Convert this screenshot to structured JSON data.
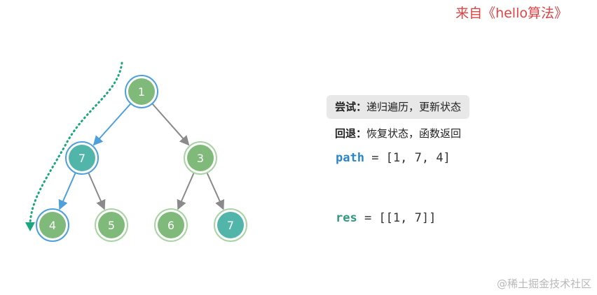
{
  "brand": "来自《hello算法》",
  "watermark": "@稀土掘金技术社区",
  "steps": [
    {
      "key": "尝试",
      "sep": "：",
      "text": "递归遍历，更新状态",
      "active": true
    },
    {
      "key": "回退",
      "sep": "：",
      "text": "恢复状态，函数返回",
      "active": false
    }
  ],
  "path_line": {
    "name": "path",
    "op": " = ",
    "value": "[1, 7, 4]"
  },
  "res_line": {
    "name": "res",
    "op": " = ",
    "value": "[[1, 7]]"
  },
  "tree": {
    "nodes": [
      {
        "id": "root",
        "label": "1",
        "state": "visited"
      },
      {
        "id": "l",
        "label": "7",
        "state": "visited-match"
      },
      {
        "id": "r",
        "label": "3",
        "state": "normal"
      },
      {
        "id": "ll",
        "label": "4",
        "state": "visited"
      },
      {
        "id": "lr",
        "label": "5",
        "state": "normal"
      },
      {
        "id": "rl",
        "label": "6",
        "state": "normal"
      },
      {
        "id": "rr",
        "label": "7",
        "state": "match"
      }
    ],
    "edges": [
      {
        "from": "root",
        "to": "l",
        "state": "visited"
      },
      {
        "from": "root",
        "to": "r",
        "state": "normal"
      },
      {
        "from": "l",
        "to": "ll",
        "state": "visited"
      },
      {
        "from": "l",
        "to": "lr",
        "state": "normal"
      },
      {
        "from": "r",
        "to": "rl",
        "state": "normal"
      },
      {
        "from": "r",
        "to": "rr",
        "state": "normal"
      }
    ]
  },
  "colors": {
    "node_green": "#7fba7a",
    "node_teal": "#52b5aa",
    "ring_green": "#a8d4a3",
    "ring_blue": "#4ea0dd",
    "edge_gray": "#8a8a8a",
    "edge_blue": "#4ea0dd",
    "traversal": "#1aa67e"
  }
}
